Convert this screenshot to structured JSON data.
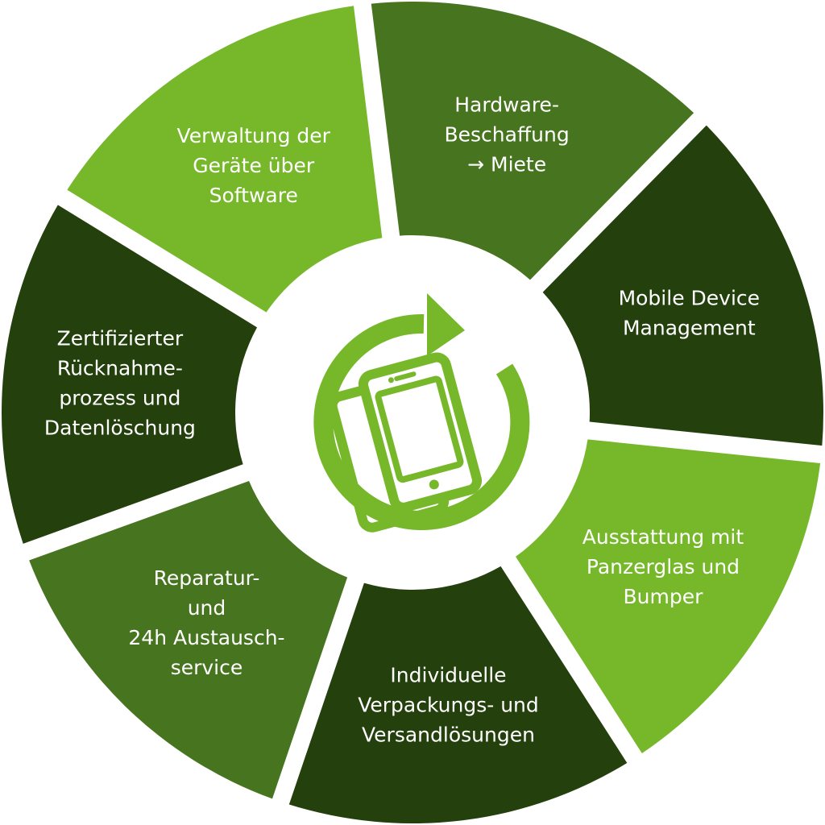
{
  "diagram": {
    "colors": {
      "dark": "#23400d",
      "medium": "#47751f",
      "light": "#76b82a",
      "background": "#ffffff",
      "text": "#ffffff"
    },
    "segments": [
      {
        "id": "hardware",
        "color": "medium",
        "lines": [
          "Hardware-",
          "Beschaffung",
          "→ Miete"
        ]
      },
      {
        "id": "mdm",
        "color": "dark",
        "lines": [
          "Mobile Device",
          "Management"
        ]
      },
      {
        "id": "panzerglas",
        "color": "light",
        "lines": [
          "Ausstattung mit",
          "Panzerglas und",
          "Bumper"
        ]
      },
      {
        "id": "verpackung",
        "color": "dark",
        "lines": [
          "Individuelle",
          "Verpackungs- und",
          "Versandlösungen"
        ]
      },
      {
        "id": "reparatur",
        "color": "medium",
        "lines": [
          "Reparatur-",
          "und",
          "24h Austausch-",
          "service"
        ]
      },
      {
        "id": "ruecknahme",
        "color": "dark",
        "lines": [
          "Zertifizierter",
          "Rücknahme-",
          "prozess und",
          "Datenlöschung"
        ]
      },
      {
        "id": "verwaltung",
        "color": "light",
        "lines": [
          "Verwaltung der",
          "Geräte über",
          "Software"
        ]
      }
    ],
    "center_icon": "phone-rotate-icon"
  }
}
